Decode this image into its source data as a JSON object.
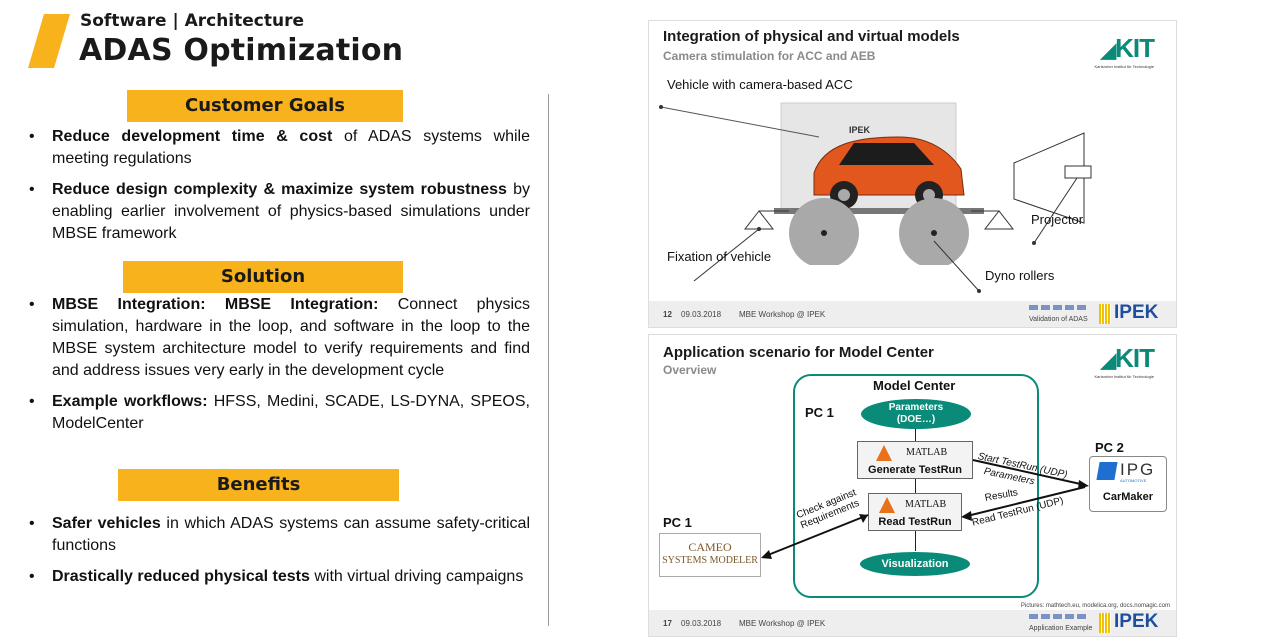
{
  "header": {
    "subtitle": "Software | Architecture",
    "title": "ADAS Optimization"
  },
  "customer_goals": {
    "heading": "Customer Goals",
    "items": [
      {
        "bold": "Reduce development time & cost",
        "rest": " of ADAS systems while meeting regulations"
      },
      {
        "bold": "Reduce design complexity & maximize system robustness",
        "rest": " by enabling earlier involvement of physics-based simulations under MBSE framework"
      }
    ]
  },
  "solution": {
    "heading": "Solution",
    "items": [
      {
        "bold": "MBSE Integration: MBSE Integration:",
        "rest": " Connect physics simulation, hardware in the loop, and software in the loop to the MBSE system architecture model to verify requirements and find and address issues very early in the development cycle"
      },
      {
        "bold": "Example workflows:",
        "rest": " HFSS, Medini, SCADE, LS-DYNA, SPEOS, ModelCenter"
      }
    ]
  },
  "benefits": {
    "heading": "Benefits",
    "items": [
      {
        "bold": "Safer vehicles",
        "rest": " in which ADAS systems can assume safety-critical functions"
      },
      {
        "bold": "Drastically reduced physical tests",
        "rest": " with virtual driving campaigns"
      }
    ]
  },
  "slide1": {
    "title": "Integration of physical and virtual models",
    "subtitle": "Camera stimulation for ACC and AEB",
    "label_vehicle": "Vehicle with camera-based ACC",
    "label_projector": "Projector",
    "label_fixation": "Fixation of vehicle",
    "label_dyno": "Dyno rollers",
    "car_tag": "IPEK",
    "kit_logo": "KIT",
    "kit_sub": "Karlsruher Institut für Technologie",
    "footer_num": "12",
    "footer_date": "09.03.2018",
    "footer_event": "MBE Workshop @ IPEK",
    "footer_section": "Validation of ADAS",
    "ipek_logo": "IPEK"
  },
  "slide2": {
    "title": "Application scenario for Model Center",
    "subtitle": "Overview",
    "model_center": "Model Center",
    "pc1_top": "PC 1",
    "pc1_bottom": "PC 1",
    "pc2": "PC 2",
    "parameters_line1": "Parameters",
    "parameters_line2": "(DOE…)",
    "matlab": "MATLAB",
    "generate": "Generate TestRun",
    "read": "Read TestRun",
    "visualization": "Visualization",
    "start_testrun": "Start TestRun (UDP)",
    "parameters_arrow": "Parameters",
    "results": "Results",
    "read_testrun_udp": "Read TestRun (UDP)",
    "check_line1": "Check against",
    "check_line2": "Requirements",
    "carmaker": "CarMaker",
    "ipg": "IPG",
    "automotive": "AUTOMOTIVE",
    "cameo_line1": "CAMEO",
    "cameo_line2": "SYSTEMS MODELER",
    "pictures": "Pictures: mathtech.eu, modelica.org, docs.nomagic.com",
    "kit_logo": "KIT",
    "kit_sub": "Karlsruher Institut für Technologie",
    "footer_num": "17",
    "footer_date": "09.03.2018",
    "footer_event": "MBE Workshop @ IPEK",
    "footer_section": "Application Example",
    "ipek_logo": "IPEK"
  },
  "colors": {
    "accent": "#f8b21c",
    "teal": "#0a8a78",
    "ipek_blue": "#1f4e9e"
  }
}
